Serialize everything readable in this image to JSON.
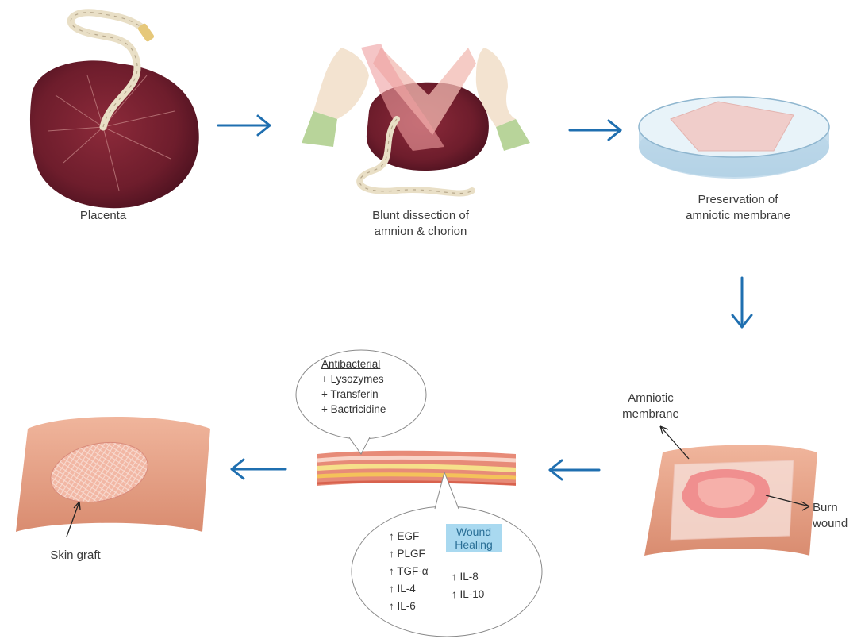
{
  "labels": {
    "placenta": "Placenta",
    "blunt_line1": "Blunt dissection of",
    "blunt_line2": "amnion & chorion",
    "preservation_line1": "Preservation of",
    "preservation_line2": "amniotic membrane",
    "amniotic_line1": "Amniotic",
    "amniotic_line2": "membrane",
    "burn_line1": "Burn",
    "burn_line2": "wound",
    "skin_graft": "Skin graft"
  },
  "antibacterial": {
    "heading": "Antibacterial",
    "items": [
      "+ Lysozymes",
      "+ Transferin",
      "+ Bactricidine"
    ]
  },
  "wound_healing": {
    "badge": [
      "Wound",
      "Healing"
    ],
    "left_markers": [
      "↑  EGF",
      "↑  PLGF",
      "↑  TGF-α",
      "↑  IL-4",
      "↑  IL-6"
    ],
    "right_markers": [
      "↑  IL-8",
      "↑  IL-10"
    ]
  },
  "colors": {
    "arrow": "#1f6fb0",
    "placenta": "#6e1d2c",
    "skin": "#e8a489",
    "membrane": "#f3c6c0",
    "badge": "#a9d9f0"
  }
}
